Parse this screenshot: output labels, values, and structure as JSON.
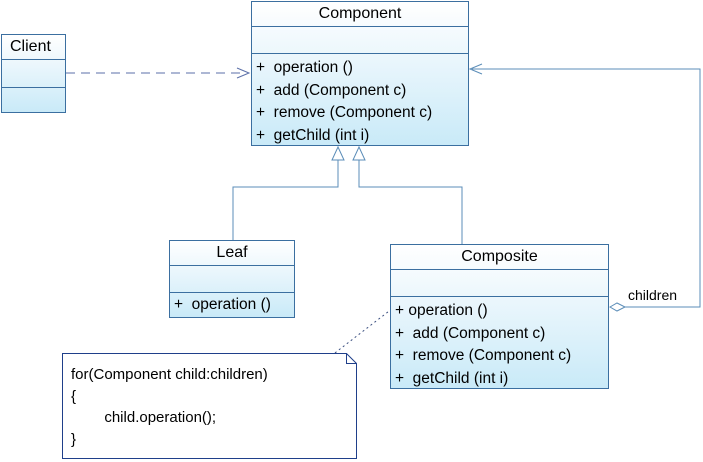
{
  "classes": {
    "component": {
      "name": "Component",
      "operations": [
        "+  operation ()",
        "+  add (Component c)",
        "+  remove (Component c)",
        "+  getChild (int i)"
      ]
    },
    "client": {
      "name": "Client"
    },
    "leaf": {
      "name": "Leaf",
      "operations": [
        "+  operation ()"
      ]
    },
    "composite": {
      "name": "Composite",
      "operations": [
        "+ operation ()",
        "+  add (Component c)",
        "+  remove (Component c)",
        "+  getChild (int i)"
      ]
    }
  },
  "association_label": "children",
  "note": {
    "lines": [
      "for(Component child:children)",
      "{",
      "        child.operation();",
      "}"
    ]
  },
  "colors": {
    "border": "#3b6fa0",
    "fill_top": "#ffffff",
    "fill_bottom": "#c9eaf8",
    "connector": "#5b8db8"
  }
}
